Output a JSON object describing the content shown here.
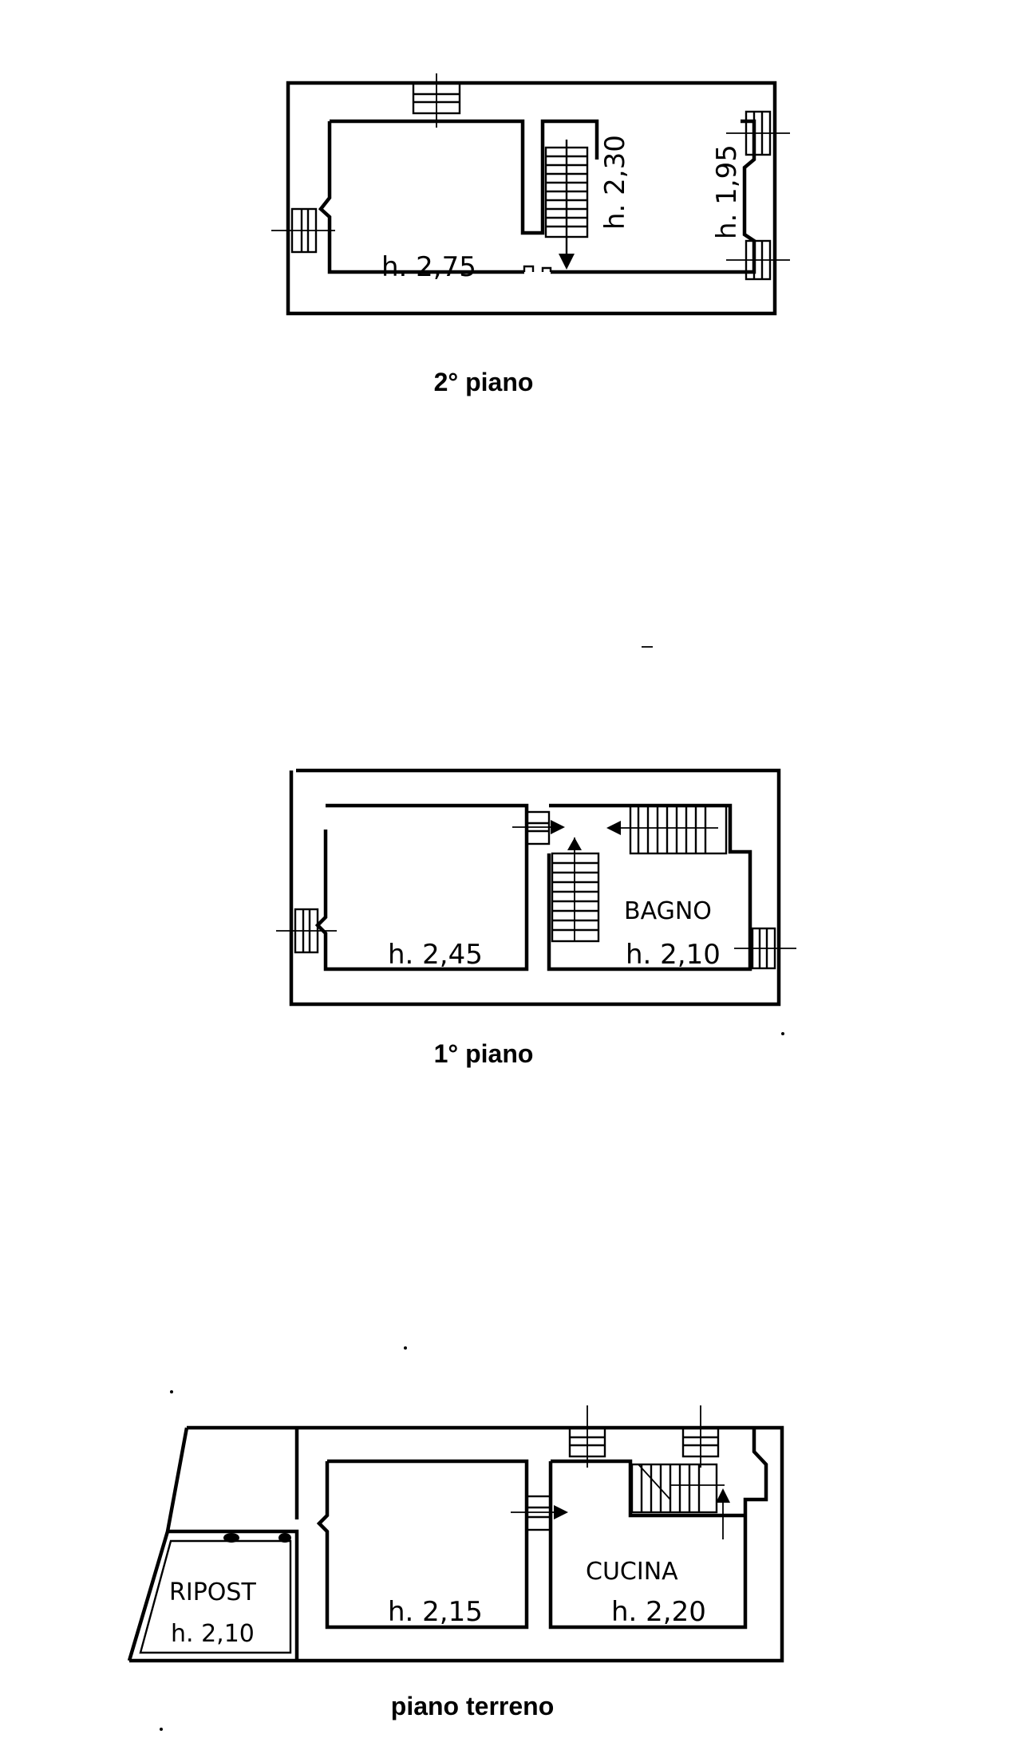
{
  "floors": [
    {
      "caption": "2° piano",
      "labels": {
        "main_height": "h. 2,75",
        "stair_height": "h. 2,30",
        "right_height": "h. 1,95"
      }
    },
    {
      "caption": "1° piano",
      "labels": {
        "main_height": "h. 2,45",
        "bath_name": "BAGNO",
        "bath_height": "h. 2,10"
      }
    },
    {
      "caption": "piano terreno",
      "labels": {
        "store_name": "RIPOST",
        "store_height": "h. 2,10",
        "main_height": "h. 2,15",
        "kitchen_name": "CUCINA",
        "kitchen_height": "h. 2,20"
      }
    }
  ]
}
